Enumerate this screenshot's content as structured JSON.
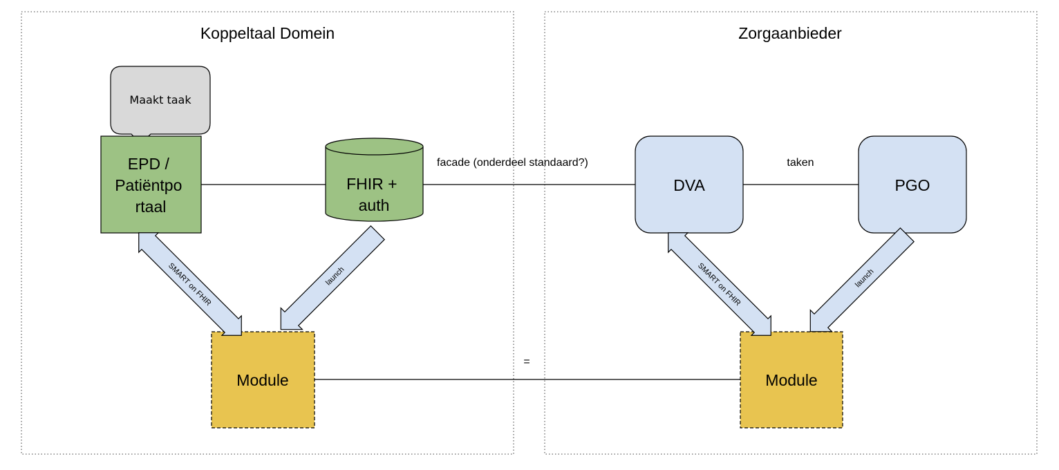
{
  "domains": {
    "left": {
      "title": "Koppeltaal Domein"
    },
    "right": {
      "title": "Zorgaanbieder"
    }
  },
  "nodes": {
    "callout": {
      "label": "Maakt taak"
    },
    "epd": {
      "lines": [
        "EPD /",
        "Patiëntpo",
        "rtaal"
      ]
    },
    "fhir": {
      "lines": [
        "FHIR +",
        "auth"
      ]
    },
    "dva": {
      "label": "DVA"
    },
    "pgo": {
      "label": "PGO"
    },
    "module_left": {
      "label": "Module"
    },
    "module_right": {
      "label": "Module"
    }
  },
  "edges": {
    "facade": {
      "label": "facade (onderdeel standaard?)"
    },
    "taken": {
      "label": "taken"
    },
    "equals": {
      "label": "="
    }
  },
  "arrows": {
    "smart_left": {
      "label": "SMART on FHIR"
    },
    "launch_left": {
      "label": "launch"
    },
    "smart_right": {
      "label": "SMART on FHIR"
    },
    "launch_right": {
      "label": "launch"
    }
  },
  "colors": {
    "green": "#9dc284",
    "blue": "#d4e1f3",
    "yellow": "#e8c450",
    "callout": "#d9d9d9"
  }
}
